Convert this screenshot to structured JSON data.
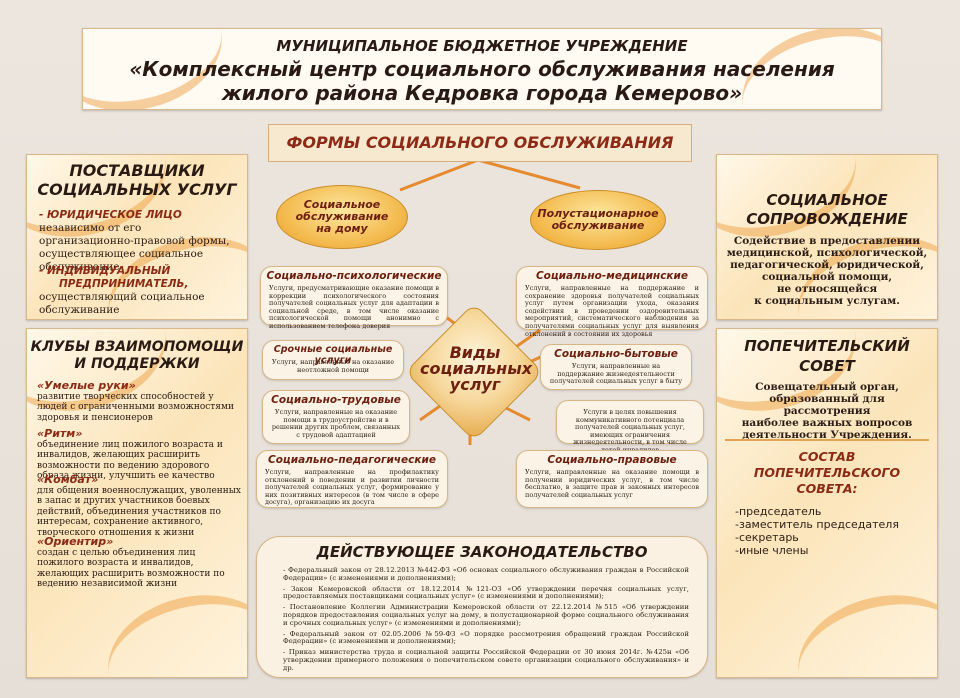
{
  "header": {
    "line1": "МУНИЦИПАЛЬНОЕ БЮДЖЕТНОЕ УЧРЕЖДЕНИЕ",
    "line2": "«Комплексный центр социального обслуживания населения",
    "line3": "жилого района Кедровка города Кемерово»"
  },
  "forms": {
    "title": "ФОРМЫ СОЦИАЛЬНОГО ОБСЛУЖИВАНИЯ",
    "home": [
      "Социальное",
      "обслуживание",
      "на дому"
    ],
    "semi": [
      "Полустационарное",
      "обслуживание"
    ]
  },
  "providers": {
    "title1": "ПОСТАВЩИКИ",
    "title2": "СОЦИАЛЬНЫХ УСЛУГ",
    "legal_head": "- ЮРИДИЧЕСКОЕ ЛИЦО",
    "legal_text": "независимо от его организационно-правовой формы, осуществляющее социальное обслуживание",
    "ind_head1": "- ИНДИВИДУАЛЬНЫЙ",
    "ind_head2": "ПРЕДПРИНИМАТЕЛЬ,",
    "ind_text": "осуществляющий социальное обслуживание"
  },
  "clubs": {
    "title1": "КЛУБЫ ВЗАИМОПОМОЩИ",
    "title2": "И ПОДДЕРЖКИ",
    "items": [
      {
        "name": "«Умелые руки»",
        "text": "развитие творческих способностей у людей с ограниченными возможностями здоровья и пенсионеров"
      },
      {
        "name": "«Ритм»",
        "text": "объединение лиц пожилого возраста и инвалидов, желающих расширить возможности по ведению здорового образа жизни, улучшить ее качество"
      },
      {
        "name": "«Комбат»",
        "text": "для общения военнослужащих, уволенных в запас и других участников боевых действий, объединения участников по интересам, сохранение активного, творческого отношения к жизни"
      },
      {
        "name": "«Ориентир»",
        "text": "создан с целью объединения лиц пожилого возраста и инвалидов, желающих расширить возможности по ведению независимой жизни"
      }
    ]
  },
  "center": {
    "title": [
      "Виды",
      "социальных",
      "услуг"
    ],
    "cards": [
      {
        "title": "Социально-психологические",
        "text": "Услуги, предусматривающие оказание помощи в коррекции психологического состояния получателей социальных услуг для адаптации в социальной среде, в том числе оказание психологической помощи анонимно с использованием телефона доверия"
      },
      {
        "title": "Социально-медицинские",
        "text": "Услуги, направленные на поддержание и сохранение здоровья получателей социальных услуг путем организации ухода, оказания содействия в проведении оздоровительных мероприятий, систематического наблюдения за получателями социальных услуг для выявления отклонений в состоянии их здоровья"
      },
      {
        "title": "Срочные социальные услуги",
        "text": "Услуги, направленные на оказание неотложной помощи"
      },
      {
        "title": "Социально-бытовые",
        "text": "Услуги, направленные на поддержание жизнедеятельности получателей социальных услуг в быту"
      },
      {
        "title": "Социально-трудовые",
        "text": "Услуги, направленные на оказание помощи в трудоустройстве и в решении других проблем, связанных с трудовой адаптацией"
      },
      {
        "title": "",
        "text": "Услуги в целях повышения коммуникативного потенциала получателей социальных услуг, имеющих ограничения жизнедеятельности, в том числе детей-инвалидов"
      },
      {
        "title": "Социально-педагогические",
        "text": "Услуги, направленные на профилактику отклонений в поведении и развитии личности получателей социальных услуг, формирование у них позитивных интересов (в том числе в сфере досуга), организацию их досуга"
      },
      {
        "title": "Социально-правовые",
        "text": "Услуги, направленные на оказание помощи в получении юридических услуг, в том числе бесплатно, в защите прав и законных интересов получателей социальных услуг"
      }
    ]
  },
  "law": {
    "title": "ДЕЙСТВУЮЩЕЕ ЗАКОНОДАТЕЛЬСТВО",
    "items": [
      "- Федеральный закон от 28.12.2013 №442-ФЗ «Об основах социального обслуживания граждан в Российской Федерации» (с изменениями и дополнениями);",
      "- Закон Кемеровской области от 18.12.2014 №121-ОЗ «Об утверждении перечня социальных услуг, предоставляемых поставщиками социальных услуг» (с изменениями и дополнениями);",
      "- Постановление Коллегии Администрации Кемеровской области от 22.12.2014 №515 «Об утверждении порядков предоставления социальных услуг на дому, в полустационарной форме социального обслуживания и срочных социальных услуг» (с изменениями и дополнениями);",
      "- Федеральный закон от 02.05.2006 №59-ФЗ «О порядке рассмотрения обращений граждан Российской Федерации» (с изменениями и дополнениями);",
      "- Приказ министерства труда и социальной защиты Российской Федерации от 30 июня 2014г. №425н «Об утверждении примерного положения о попечительском совете организации социального обслуживания» и др."
    ]
  },
  "support": {
    "title1": "СОЦИАЛЬНОЕ",
    "title2": "СОПРОВОЖДЕНИЕ",
    "lines": [
      "Содействие в предоставлении",
      "медицинской, психологической,",
      "педагогической, юридической,",
      "социальной помощи,",
      "не относящейся",
      "к социальным услугам."
    ]
  },
  "board": {
    "title1": "ПОПЕЧИТЕЛЬСКИЙ",
    "title2": "СОВЕТ",
    "lines": [
      "Совещательный орган,",
      "образованный для рассмотрения",
      "наиболее важных вопросов",
      "деятельности Учреждения."
    ],
    "comp1": "СОСТАВ",
    "comp2": "ПОПЕЧИТЕЛЬСКОГО",
    "comp3": "СОВЕТА:",
    "members": [
      "-председатель",
      "-заместитель председателя",
      "-секретарь",
      "-иные члены"
    ]
  }
}
